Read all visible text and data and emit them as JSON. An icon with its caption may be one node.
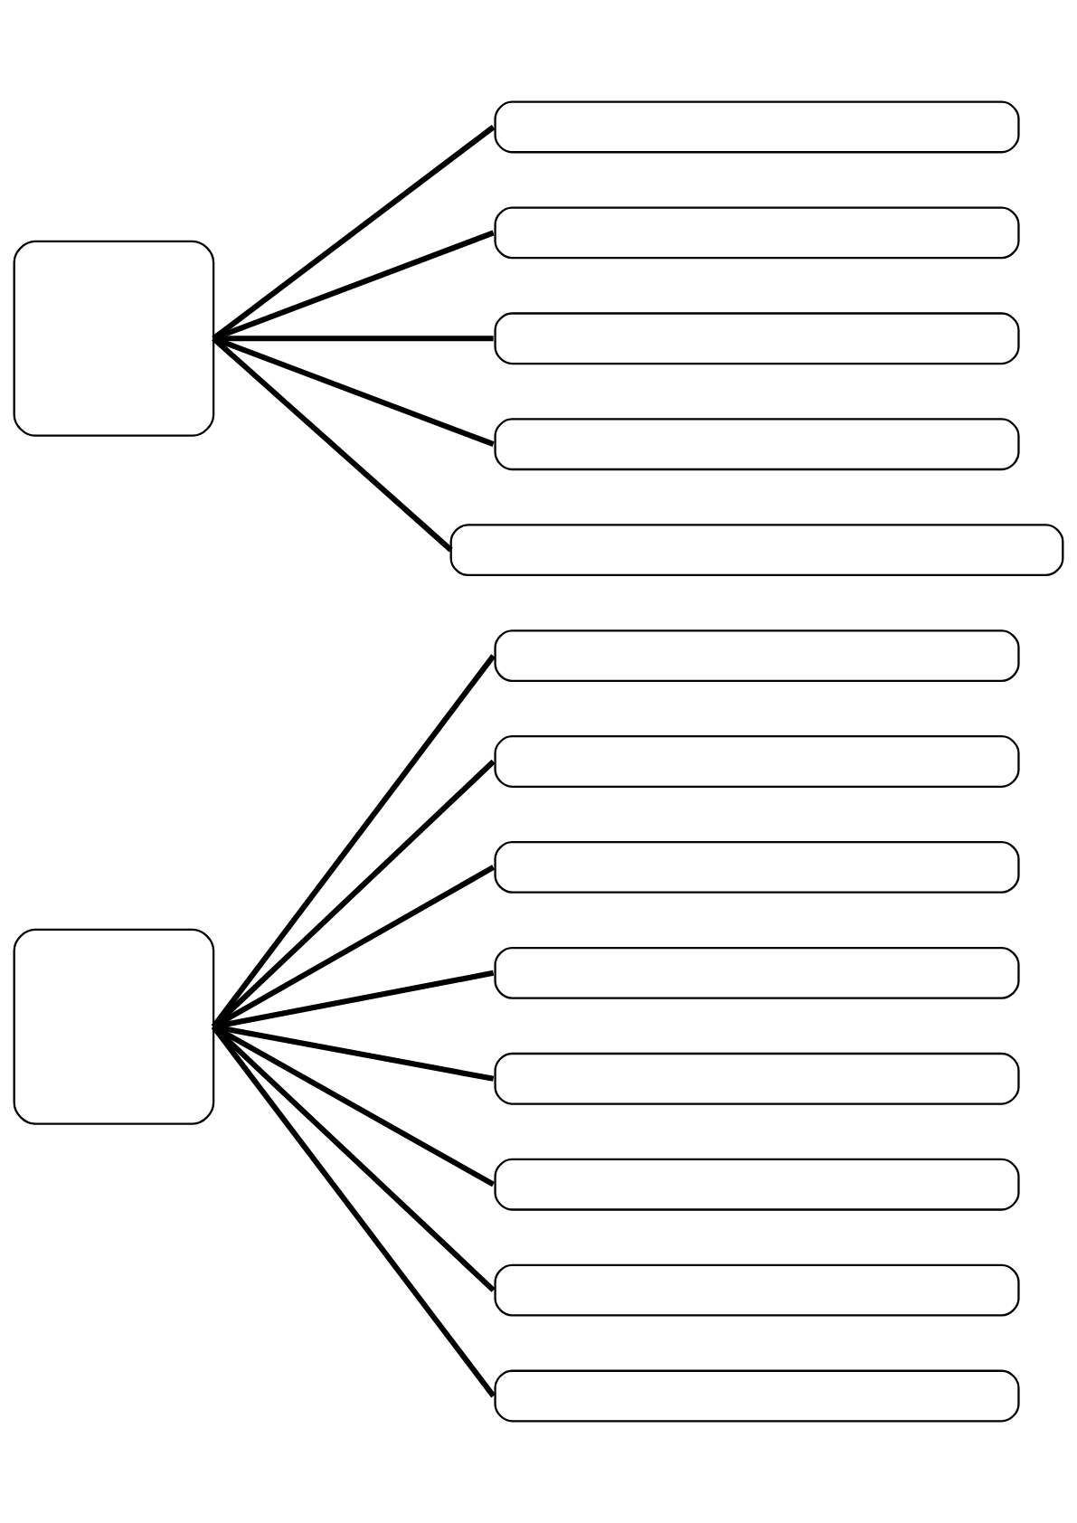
{
  "diagram": {
    "nodes": [
      {
        "text": [],
        "shape": "box"
      },
      {
        "text": [],
        "shape": "box"
      },
      {
        "text": [],
        "shape": "box"
      },
      {
        "text": [],
        "shape": "box"
      },
      {
        "text": [],
        "shape": "box"
      },
      {
        "text": [],
        "shape": "box"
      },
      {
        "text": [],
        "shape": "box"
      },
      {
        "text": [],
        "shape": "box"
      },
      {
        "text": [],
        "shape": "box"
      },
      {
        "text": [],
        "shape": "box"
      },
      {
        "text": [],
        "shape": "box"
      },
      {
        "text": [],
        "shape": "box"
      },
      {
        "text": [],
        "shape": "box"
      },
      {
        "text": [],
        "shape": "box"
      },
      {
        "text": [],
        "shape": "box"
      }
    ],
    "edges": [
      {
        "from": 0,
        "to": 1,
        "arrow": "none"
      },
      {
        "from": 0,
        "to": 2,
        "arrow": "none"
      },
      {
        "from": 0,
        "to": 3,
        "arrow": "none"
      },
      {
        "from": 0,
        "to": 4,
        "arrow": "none"
      },
      {
        "from": 0,
        "to": 5,
        "arrow": "none"
      },
      {
        "from": 6,
        "to": 7,
        "arrow": "none"
      },
      {
        "from": 6,
        "to": 8,
        "arrow": "none"
      },
      {
        "from": 6,
        "to": 9,
        "arrow": "none"
      },
      {
        "from": 6,
        "to": 10,
        "arrow": "none"
      },
      {
        "from": 6,
        "to": 11,
        "arrow": "none"
      },
      {
        "from": 6,
        "to": 12,
        "arrow": "none"
      },
      {
        "from": 6,
        "to": 13,
        "arrow": "none"
      },
      {
        "from": 6,
        "to": 14,
        "arrow": "none"
      }
    ]
  }
}
